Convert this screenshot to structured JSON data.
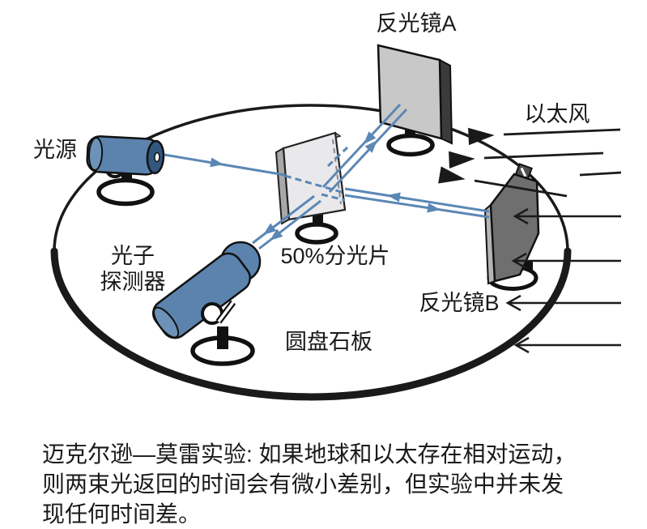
{
  "diagram": {
    "labels": {
      "light_source": "光源",
      "mirror_a": "反光镜A",
      "ether_wind": "以太风",
      "beam_splitter": "50%分光片",
      "detector_line1": "光子",
      "detector_line2": "探测器",
      "mirror_b": "反光镜B",
      "disk": "圆盘石板"
    },
    "colors": {
      "beam_blue": "#5b87b5",
      "device_blue": "#5b83ad",
      "ink": "#1a1a1a",
      "mirror_a_face": "#c8c8c8",
      "mirror_b_face": "#6f6f6f"
    }
  },
  "caption": {
    "line1": "迈克尔逊—莫雷实验: 如果地球和以太存在相对运动，",
    "line2": "则两束光返回的时间会有微小差别，但实验中并未发",
    "line3": "现任何时间差。"
  }
}
